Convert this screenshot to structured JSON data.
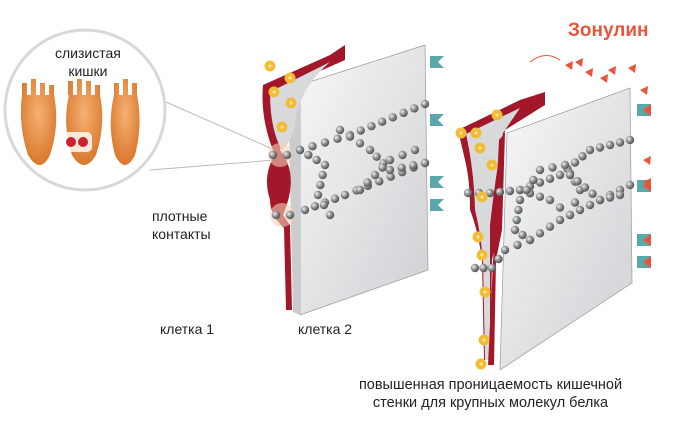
{
  "title": "Зонулин",
  "labels": {
    "mucosa_line1": "слизистая",
    "mucosa_line2": "кишки",
    "junctions_line1": "плотные",
    "junctions_line2": "контакты",
    "cell1": "клетка 1",
    "cell2": "клетка 2",
    "caption_line1": "повышенная проницаемость кишечной",
    "caption_line2": "стенки для крупных молекул белка"
  },
  "colors": {
    "membrane": "#a3172a",
    "sheet": "#e4e5e7",
    "bead": "#8a8b8d",
    "protein": "#f0b323",
    "zonulin": "#e8553a",
    "receptor": "#5aa8aa",
    "cell": "#e9964a"
  }
}
